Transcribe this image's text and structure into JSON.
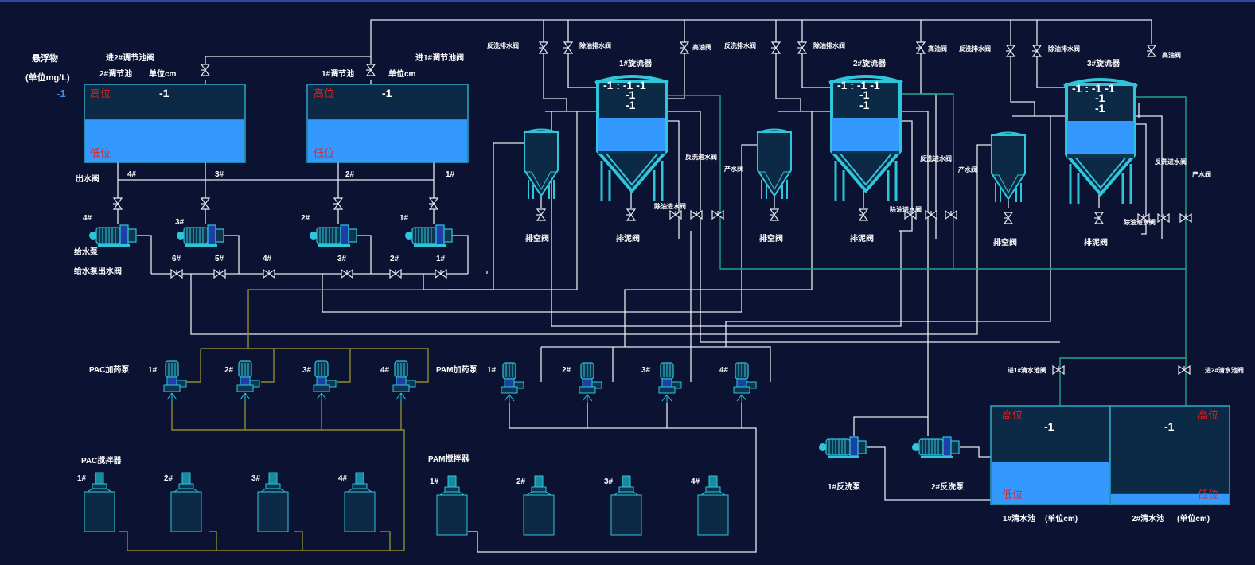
{
  "colors": {
    "background": "#0b1232",
    "pipe_white": "#e8e8ee",
    "pipe_green": "#1ea58a",
    "pipe_olive": "#8e8a32",
    "equip_cyan": "#2fc6da",
    "water": "#3399ff",
    "alarm_red": "#e8221e",
    "text_blue": "#3d8fe6"
  },
  "suspended": {
    "title": "悬浮物",
    "unit": "(单位mg/L)",
    "value": "-1"
  },
  "adj_tanks": [
    {
      "title": "2#调节池",
      "unit": "单位cm",
      "value": "-1",
      "high": "高位",
      "low": "低位",
      "level": 0.55,
      "inlet": "进2#调节池阀"
    },
    {
      "title": "1#调节池",
      "unit": "单位cm",
      "value": "-1",
      "high": "高位",
      "low": "低位",
      "level": 0.55,
      "inlet": "进1#调节池阀"
    }
  ],
  "outlet_label": "出水阀",
  "outlet_nums": [
    "4#",
    "3#",
    "2#",
    "1#"
  ],
  "feed_pumps": {
    "label": "给水泵",
    "numbers": [
      "4#",
      "3#",
      "2#",
      "1#"
    ]
  },
  "feed_valves": {
    "label": "给水泵出水阀",
    "numbers": [
      "6#",
      "5#",
      "4#",
      "3#",
      "2#",
      "1#"
    ]
  },
  "cyclones": [
    {
      "title": "1#旋流器",
      "row1": "-1 : -1  -1",
      "row2": "-1",
      "row3": "-1",
      "sludge": "排泥阀",
      "vent": "排空阀",
      "backwash_drain": "反洗排水阀",
      "desand_drain": "除油排水阀",
      "oil": "高油阀",
      "backwash_in": "反洗进水阀",
      "desand_in": "除油进水阀",
      "product": "产水阀"
    },
    {
      "title": "2#旋流器",
      "row1": "-1 : -1  -1",
      "row2": "-1",
      "row3": "-1",
      "sludge": "排泥阀",
      "vent": "排空阀",
      "backwash_drain": "反洗排水阀",
      "desand_drain": "除油排水阀",
      "oil": "高油阀",
      "backwash_in": "反洗进水阀",
      "desand_in": "除油进水阀",
      "product": "产水阀"
    },
    {
      "title": "3#旋流器",
      "row1": "-1 : -1  -1",
      "row2": "-1",
      "row3": "-1",
      "sludge": "排泥阀",
      "vent": "排空阀",
      "backwash_drain": "反洗排水阀",
      "desand_drain": "除油排水阀",
      "oil": "高油阀",
      "backwash_in": "反洗进水阀",
      "desand_in": "除油进水阀",
      "product": "产水阀"
    }
  ],
  "pac_pumps": {
    "label": "PAC加药泵",
    "numbers": [
      "1#",
      "2#",
      "3#",
      "4#"
    ]
  },
  "pam_pumps": {
    "label": "PAM加药泵",
    "numbers": [
      "1#",
      "2#",
      "3#",
      "4#"
    ]
  },
  "pac_mixers": {
    "label": "PAC搅拌器",
    "numbers": [
      "1#",
      "2#",
      "3#",
      "4#"
    ]
  },
  "pam_mixers": {
    "label": "PAM搅拌器",
    "numbers": [
      "1#",
      "2#",
      "3#",
      "4#"
    ]
  },
  "backwash_pumps": [
    "1#反洗泵",
    "2#反洗泵"
  ],
  "clean_valves": [
    "进1#清水池阀",
    "进2#清水池阀"
  ],
  "clean_tanks": [
    {
      "title": "1#清水池",
      "unit": "(单位cm)",
      "value": "-1",
      "high": "高位",
      "low": "低位",
      "level": 0.43
    },
    {
      "title": "2#清水池",
      "unit": "(单位cm)",
      "value": "-1",
      "high": "高位",
      "low": "低位",
      "level": 0.1
    }
  ]
}
